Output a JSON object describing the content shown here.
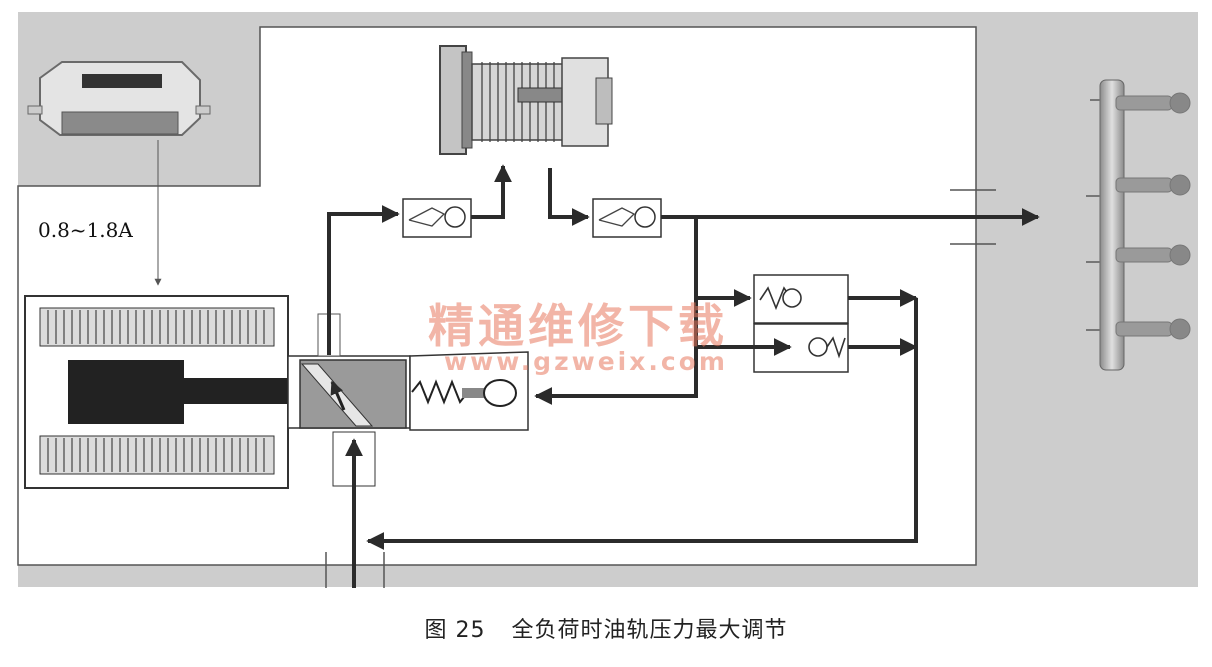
{
  "labels": {
    "current_range": "0.8~1.8A"
  },
  "watermark": {
    "title": "精通维修下载",
    "url": "www.gzweix.com"
  },
  "caption": {
    "number": "图 25",
    "text": "全负荷时油轨压力最大调节"
  },
  "colors": {
    "background_gray": "#cfcfcf",
    "line": "#2b2b2b",
    "valve_body": "#9a9a9a",
    "watermark": "#e8785f"
  }
}
